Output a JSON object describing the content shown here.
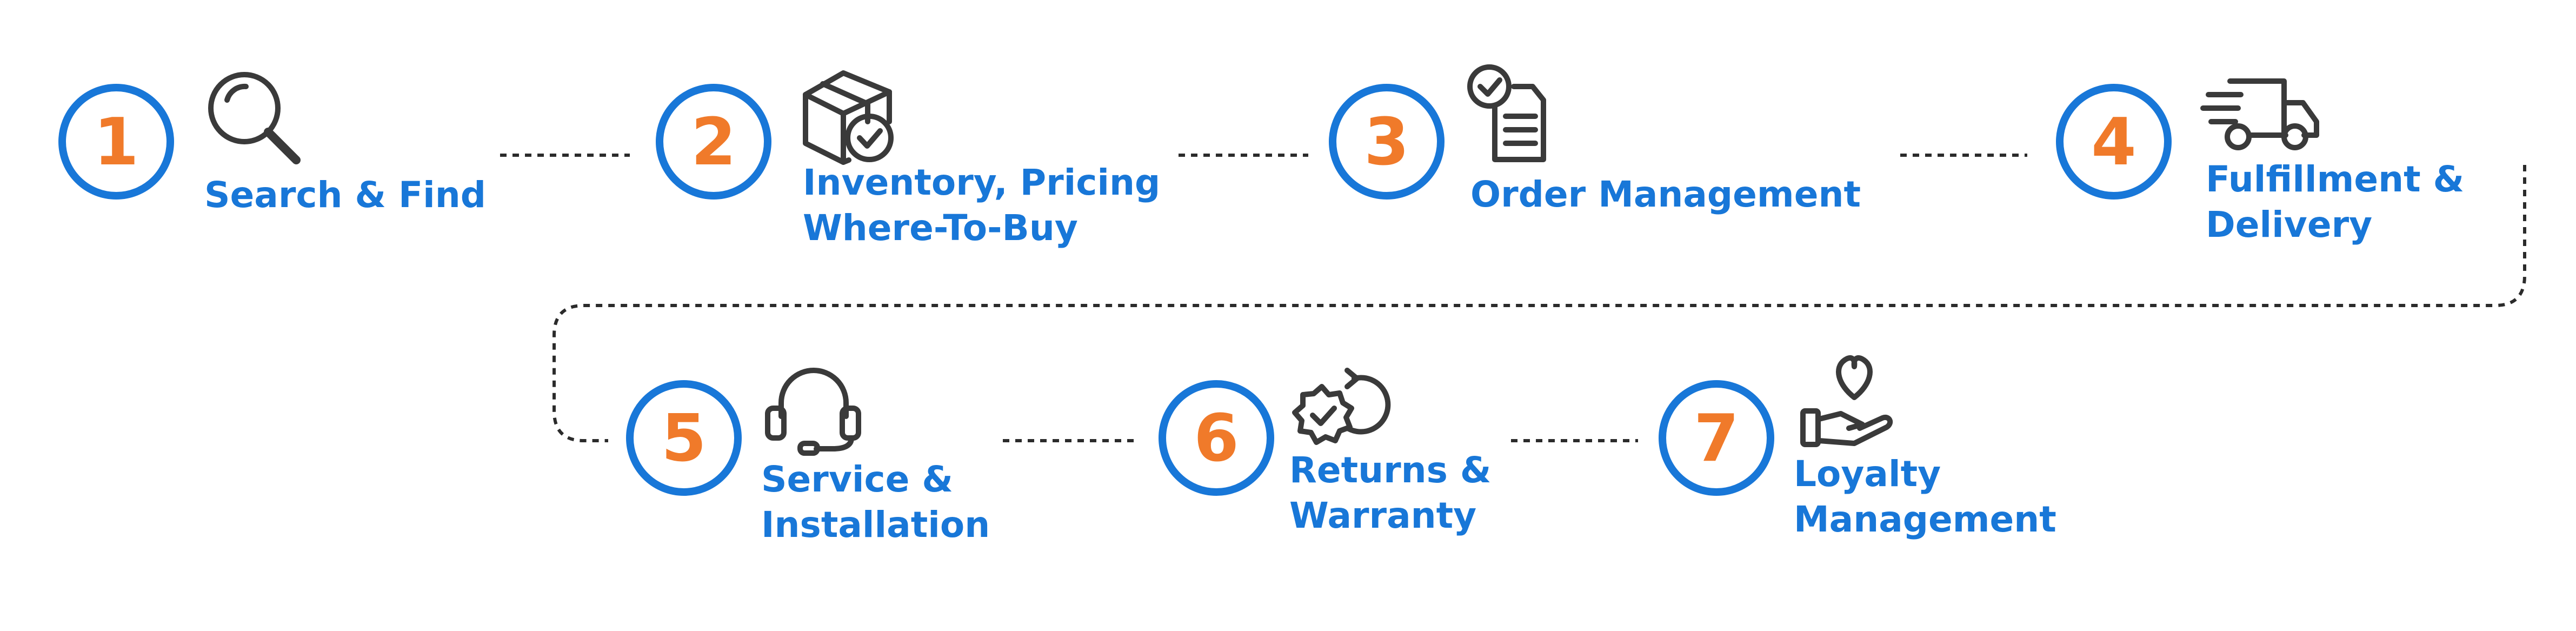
{
  "colors": {
    "circle_stroke": "#1877d8",
    "number": "#f07a2a",
    "label": "#1877d8",
    "icon": "#3a3a3a",
    "connector": "#2b2b2b"
  },
  "steps": [
    {
      "number": "1",
      "icon": "magnifier-icon",
      "label_lines": [
        "Search & Find"
      ]
    },
    {
      "number": "2",
      "icon": "box-check-icon",
      "label_lines": [
        "Inventory, Pricing",
        "Where-To-Buy"
      ]
    },
    {
      "number": "3",
      "icon": "clipboard-check-icon",
      "label_lines": [
        "Order Management"
      ]
    },
    {
      "number": "4",
      "icon": "delivery-truck-icon",
      "label_lines": [
        "Fulfillment &",
        "Delivery"
      ]
    },
    {
      "number": "5",
      "icon": "headset-icon",
      "label_lines": [
        "Service &",
        "Installation"
      ]
    },
    {
      "number": "6",
      "icon": "badge-refresh-icon",
      "label_lines": [
        "Returns &",
        "Warranty"
      ]
    },
    {
      "number": "7",
      "icon": "hand-heart-icon",
      "label_lines": [
        "Loyalty",
        "Management"
      ]
    }
  ]
}
